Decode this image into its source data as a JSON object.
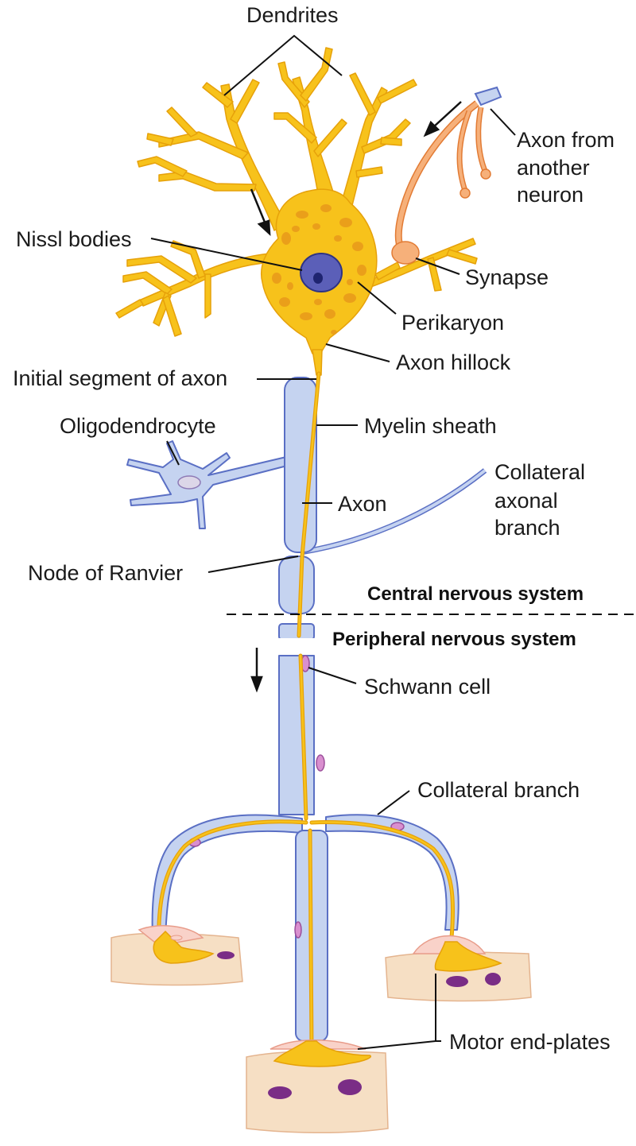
{
  "labels": {
    "dendrites": "Dendrites",
    "axon_from": "Axon from",
    "another": "another",
    "neuron": "neuron",
    "nissl": "Nissl bodies",
    "synapse": "Synapse",
    "perikaryon": "Perikaryon",
    "axon_hillock": "Axon hillock",
    "initial_segment": "Initial segment of axon",
    "oligodendrocyte": "Oligodendrocyte",
    "myelin": "Myelin sheath",
    "collateral": "Collateral",
    "axonal": "axonal",
    "branch": "branch",
    "axon": "Axon",
    "node_ranvier": "Node of Ranvier",
    "cns": "Central nervous system",
    "pns": "Peripheral nervous system",
    "schwann": "Schwann cell",
    "collateral_branch": "Collateral branch",
    "motor_end_plates": "Motor end-plates"
  },
  "colors": {
    "neuron_fill": "#f7c21b",
    "neuron_stroke": "#e6a10a",
    "nissl": "#e89a1a",
    "nucleus": "#5b5fb8",
    "myelin_fill": "#c5d3f0",
    "myelin_stroke": "#5a6fc4",
    "axon_from_fill": "#f6b07a",
    "axon_from_stroke": "#e27b34",
    "muscle_fill": "#f6dfc4",
    "muscle_nuclei": "#7a2d86",
    "schwann_nucleus": "#d98fcf",
    "text": "#1a1a1a"
  }
}
